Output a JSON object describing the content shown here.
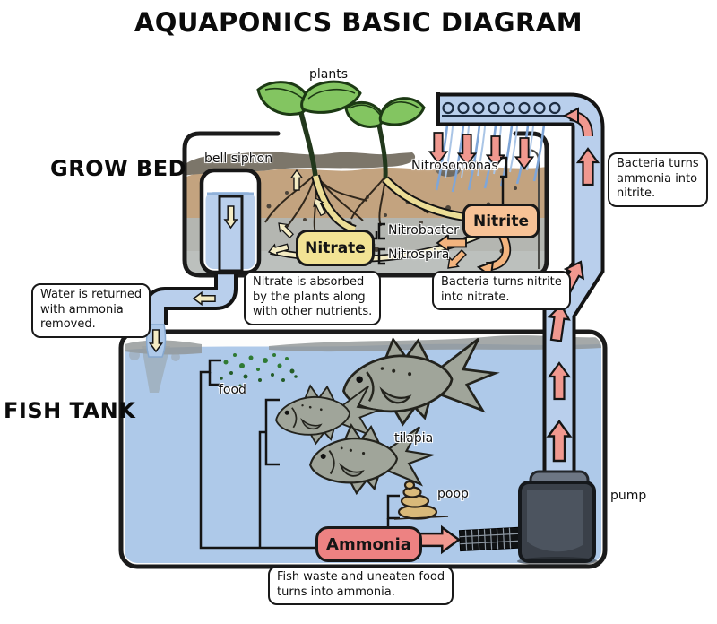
{
  "title": "AQUAPONICS BASIC DIAGRAM",
  "sections": {
    "grow_bed": "GROW BED",
    "fish_tank": "FISH TANK"
  },
  "labels": {
    "plants": "plants",
    "bell_siphon": "bell siphon",
    "nitrosomonas": "Nitrosomonas",
    "nitrobacter": "Nitrobacter",
    "nitrospira": "Nitrospira",
    "food": "food",
    "tilapia": "tilapia",
    "poop": "poop",
    "pump": "pump"
  },
  "nodes": {
    "nitrite": "Nitrite",
    "nitrate": "Nitrate",
    "ammonia": "Ammonia"
  },
  "callouts": {
    "water_returned": "Water is returned\nwith ammonia\nremoved.",
    "nitrate_absorbed": "Nitrate is absorbed\nby the plants along\nwith other nutrients.",
    "nitrite_to_nitrate": "Bacteria turns nitrite\ninto nitrate.",
    "ammonia_to_nitrite": "Bacteria turns\nammonia into\nnitrite.",
    "fish_waste": "Fish waste and uneaten food\nturns into ammonia."
  },
  "colors": {
    "pipe_water": "#b9cfec",
    "tank_water": "#aec9e9",
    "arrow_salmon": "#f0988f",
    "arrow_cream": "#f4ecc4",
    "arrow_orange": "#f3b47e",
    "ammonia_box": "#ed8282",
    "nitrite_box": "#f7c296",
    "nitrate_box": "#f2e394",
    "soil": "#c3a37f",
    "plant_green": "#83c561"
  }
}
